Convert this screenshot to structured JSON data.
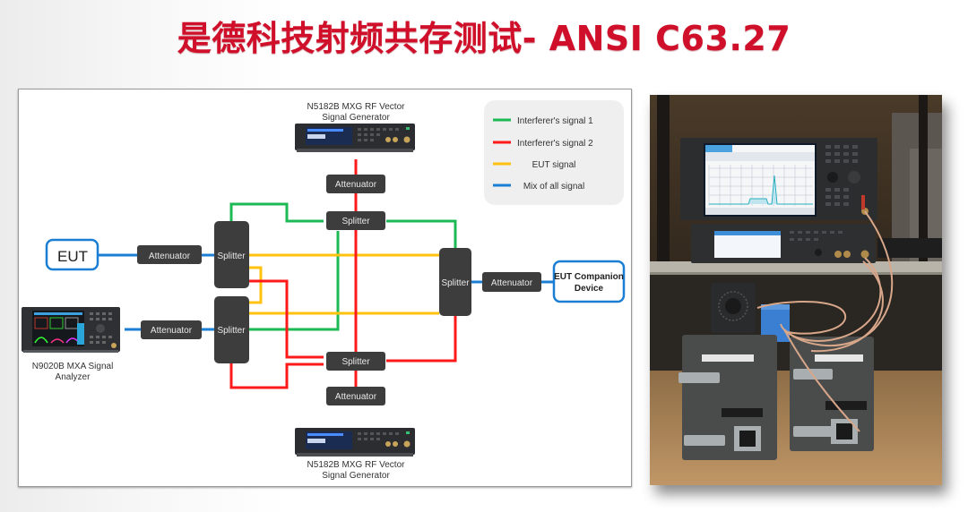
{
  "title": "是德科技射频共存测试- ANSI C63.27",
  "diagram": {
    "devices": {
      "signal_generator_top": {
        "line1": "N5182B MXG RF Vector",
        "line2": "Signal Generator"
      },
      "signal_generator_bottom": {
        "line1": "N5182B MXG RF Vector",
        "line2": "Signal Generator"
      },
      "signal_analyzer": {
        "line1": "N9020B MXA Signal",
        "line2": "Analyzer"
      }
    },
    "eut": "EUT",
    "eut_companion": {
      "line1": "EUT Companion",
      "line2": "Device"
    },
    "blocks": {
      "attenuator": "Attenuator",
      "splitter": "Splitter"
    },
    "legend": [
      {
        "label": "Interferer's signal 1",
        "color": "#1db954"
      },
      {
        "label": "Interferer's signal 2",
        "color": "#ff1a1a"
      },
      {
        "label": "EUT signal",
        "color": "#ffc20e"
      },
      {
        "label": "Mix of all signal",
        "color": "#1a7fd4"
      }
    ],
    "colors": {
      "green": "#1db954",
      "red": "#ff1a1a",
      "yellow": "#ffc20e",
      "blue": "#1a7fd4",
      "block": "#3d3d3d"
    }
  },
  "photo": {
    "description": "Lab test setup photo: signal analyzer, signal generator, splitter and two shielded enclosures connected by RF cables"
  }
}
